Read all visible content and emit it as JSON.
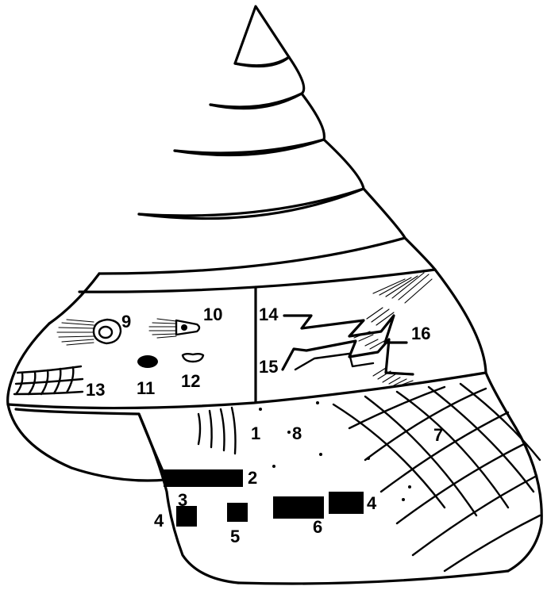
{
  "colors": {
    "ink": "#000000",
    "paper": "#ffffff"
  },
  "labels": {
    "l1": "1",
    "l2": "2",
    "l3": "3",
    "l4a": "4",
    "l4b": "4",
    "l5": "5",
    "l6": "6",
    "l7": "7",
    "l8": "8",
    "l9": "9",
    "l10": "10",
    "l11": "11",
    "l12": "12",
    "l13": "13",
    "l14": "14",
    "l15": "15",
    "l16": "16"
  }
}
